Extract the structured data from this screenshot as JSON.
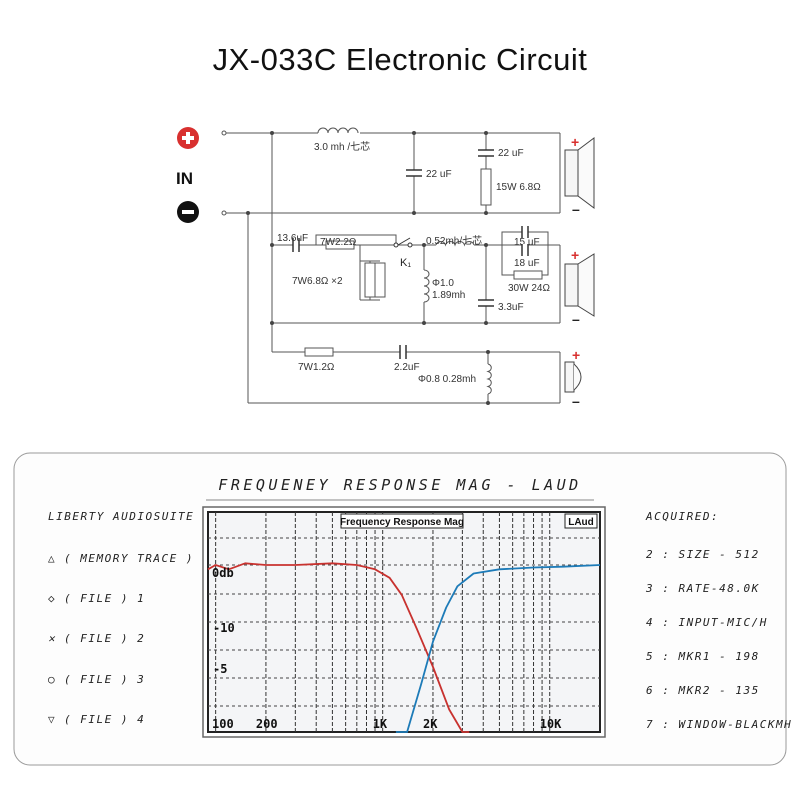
{
  "title": "JX-033C  Electronic Circuit",
  "circuit": {
    "input_label": "IN",
    "woofer": {
      "inductor": "3.0 mh /七芯",
      "shunt_cap": "22 uF",
      "series_cap": "22 uF",
      "resistor": "15W  6.8Ω"
    },
    "mid": {
      "series_cap": "13.6uF",
      "res_top": "7W2.2Ω",
      "res_pair": "7W6.8Ω ×2",
      "switch": "K₁",
      "inductor": "0.52mh/七芯",
      "cap_a": "15 uF",
      "cap_b": "18 uF",
      "resistor": "30W 24Ω",
      "shunt_ind_a": "Φ1.0",
      "shunt_ind_b": "1.89mh",
      "shunt_cap": "3.3uF"
    },
    "tweeter": {
      "resistor": "7W1.2Ω",
      "cap": "2.2uF",
      "inductor": "Φ0.8  0.28mh"
    }
  },
  "panel": {
    "title": "FREQUENEY  RESPONSE  MAG - LAUD",
    "left_header": "LIBERTY  AUDIOSUITE",
    "left_items": [
      {
        "symbol": "△",
        "label": "( MEMORY  TRACE )"
      },
      {
        "symbol": "◇",
        "label": "( FILE )  1"
      },
      {
        "symbol": "✕",
        "label": "( FILE )  2"
      },
      {
        "symbol": "○",
        "label": "( FILE )  3"
      },
      {
        "symbol": "▽",
        "label": "( FILE )  4"
      }
    ],
    "right_header": "ACQUIRED:",
    "right_items": [
      "2 :  SIZE - 512",
      "3 :  RATE-48.0K",
      "4 : INPUT-MIC/H",
      "5 :  MKR1 - 198",
      "6 :  MKR2 - 135",
      "7 :  WINDOW-BLACKMH"
    ]
  },
  "chart_data": {
    "type": "line",
    "title": "Frequency Response Mag",
    "badge": "LAud",
    "x_scale": "log",
    "x_range": [
      90,
      20000
    ],
    "x_ticks": [
      {
        "value": 100,
        "label": "100"
      },
      {
        "value": 200,
        "label": "200"
      },
      {
        "value": 1000,
        "label": "1K"
      },
      {
        "value": 2000,
        "label": "2K"
      },
      {
        "value": 10000,
        "label": "10K"
      }
    ],
    "y_labels": [
      "0db",
      "-10",
      "-5"
    ],
    "series": [
      {
        "color": "#c8322f",
        "x": [
          90,
          100,
          120,
          150,
          200,
          300,
          500,
          700,
          900,
          1100,
          1300,
          1600,
          2000,
          2500,
          3000,
          3300
        ],
        "y": [
          -0.5,
          0,
          -0.5,
          0.2,
          0,
          0,
          0.2,
          0,
          -0.5,
          -1.5,
          -3.5,
          -7.5,
          -12,
          -17,
          -22,
          -25
        ]
      },
      {
        "color": "#1d7bb8",
        "x": [
          1200,
          1400,
          1700,
          2000,
          2400,
          2800,
          3500,
          5000,
          8000,
          12000,
          20000
        ],
        "y": [
          -25,
          -20,
          -14,
          -9,
          -5,
          -2.5,
          -1,
          -0.5,
          -0.3,
          -0.2,
          0
        ]
      }
    ],
    "grid": true
  }
}
